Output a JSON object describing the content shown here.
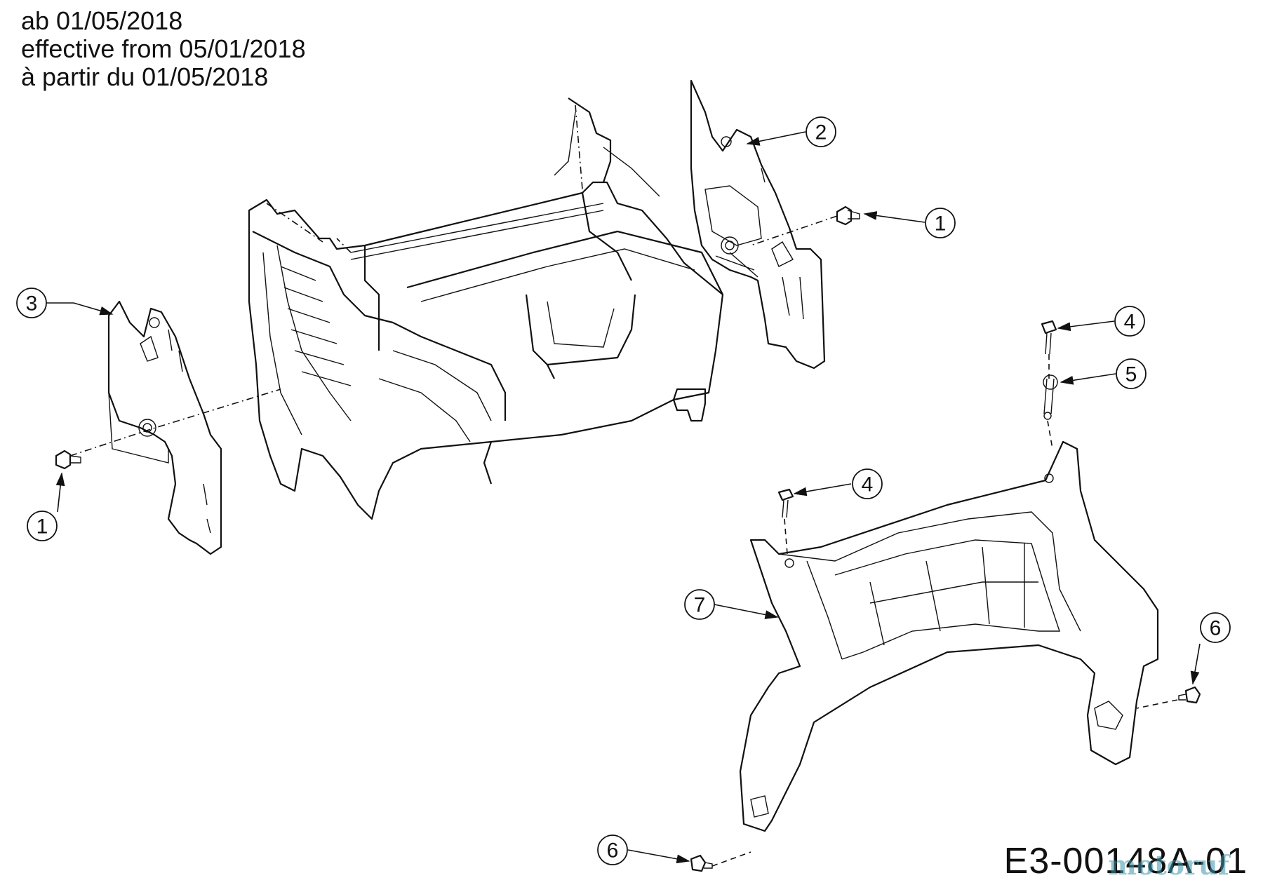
{
  "header": {
    "line1": "ab 01/05/2018",
    "line2": "effective from 05/01/2018",
    "line3": "à partir du 01/05/2018"
  },
  "drawing_id": "E3-00148A-01",
  "watermark": "motoruf",
  "callouts": [
    "1",
    "2",
    "1",
    "3",
    "4",
    "5",
    "4",
    "7",
    "6",
    "6"
  ]
}
